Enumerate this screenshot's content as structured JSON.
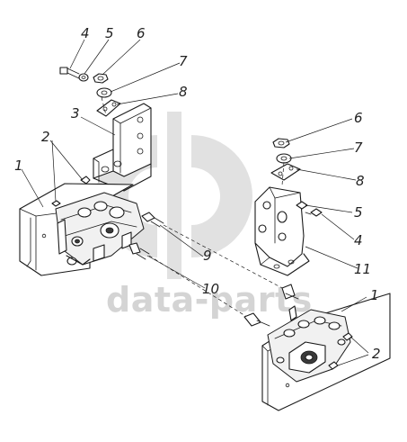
{
  "watermark": {
    "text": "data-parts",
    "color": "#d4d4d4"
  },
  "callouts": {
    "left_bolt_4": "4",
    "left_washer_5": "5",
    "left_nut_6": "6",
    "left_washer_7": "7",
    "left_plate_8": "8",
    "left_bracket_3": "3",
    "left_bolts_2": "2",
    "left_frame_1": "1",
    "bolt_9": "9",
    "bolt_10": "10",
    "right_nut_6": "6",
    "right_washer_7": "7",
    "right_plate_8": "8",
    "right_washer_5": "5",
    "right_bolt_4": "4",
    "right_bracket_11": "11",
    "right_frame_1": "1",
    "right_bolts_2": "2"
  }
}
